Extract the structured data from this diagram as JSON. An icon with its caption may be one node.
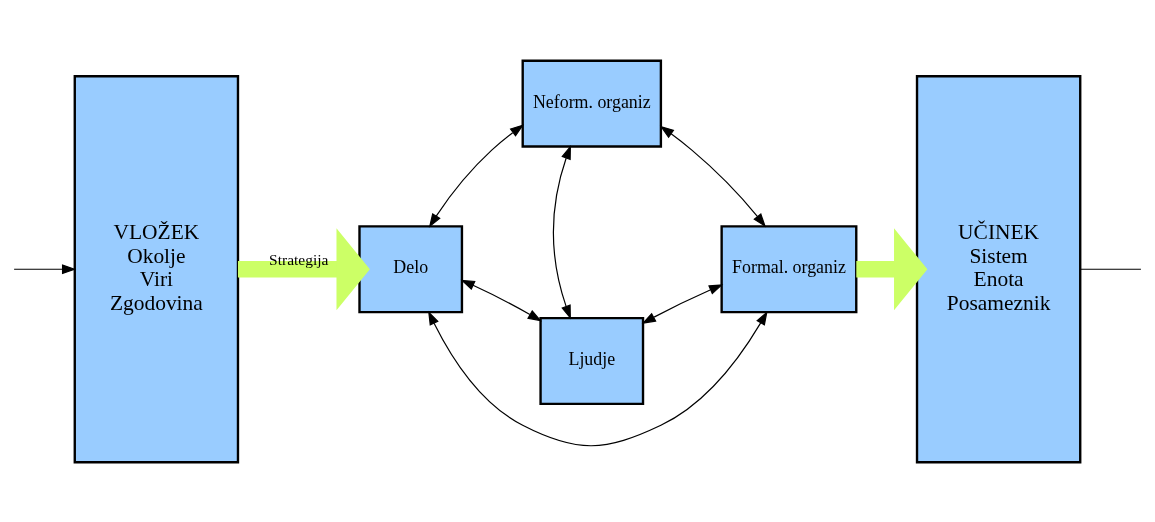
{
  "diagram": {
    "nodes": [
      {
        "text": [
          "VLOŽEK",
          "Okolje",
          "Viri",
          "Zgodovina"
        ]
      },
      {
        "text": [
          "Neform. organiz"
        ]
      },
      {
        "text": [
          "Delo"
        ]
      },
      {
        "text": [
          "Formal. organiz"
        ]
      },
      {
        "text": [
          "Ljudje"
        ]
      },
      {
        "text": [
          "UČINEK",
          "Sistem",
          "Enota",
          "Posameznik"
        ]
      }
    ],
    "edges": [
      {
        "from": 0,
        "to": 2,
        "arrow": "to",
        "label": "Strategija",
        "style": "thick",
        "color": "#ccff66"
      },
      {
        "from": 1,
        "to": 2,
        "arrow": "both"
      },
      {
        "from": 1,
        "to": 3,
        "arrow": "both"
      },
      {
        "from": 2,
        "to": 3,
        "arrow": "both"
      },
      {
        "from": 1,
        "to": 4,
        "arrow": "both"
      },
      {
        "from": 2,
        "to": 4,
        "arrow": "both"
      },
      {
        "from": 3,
        "to": 4,
        "arrow": "both"
      },
      {
        "from": 3,
        "to": 5,
        "arrow": "to",
        "style": "thick",
        "color": "#ccff66"
      },
      {
        "from": null,
        "to": 0,
        "arrow": "to"
      },
      {
        "from": 5,
        "to": null,
        "arrow": "none"
      }
    ]
  }
}
